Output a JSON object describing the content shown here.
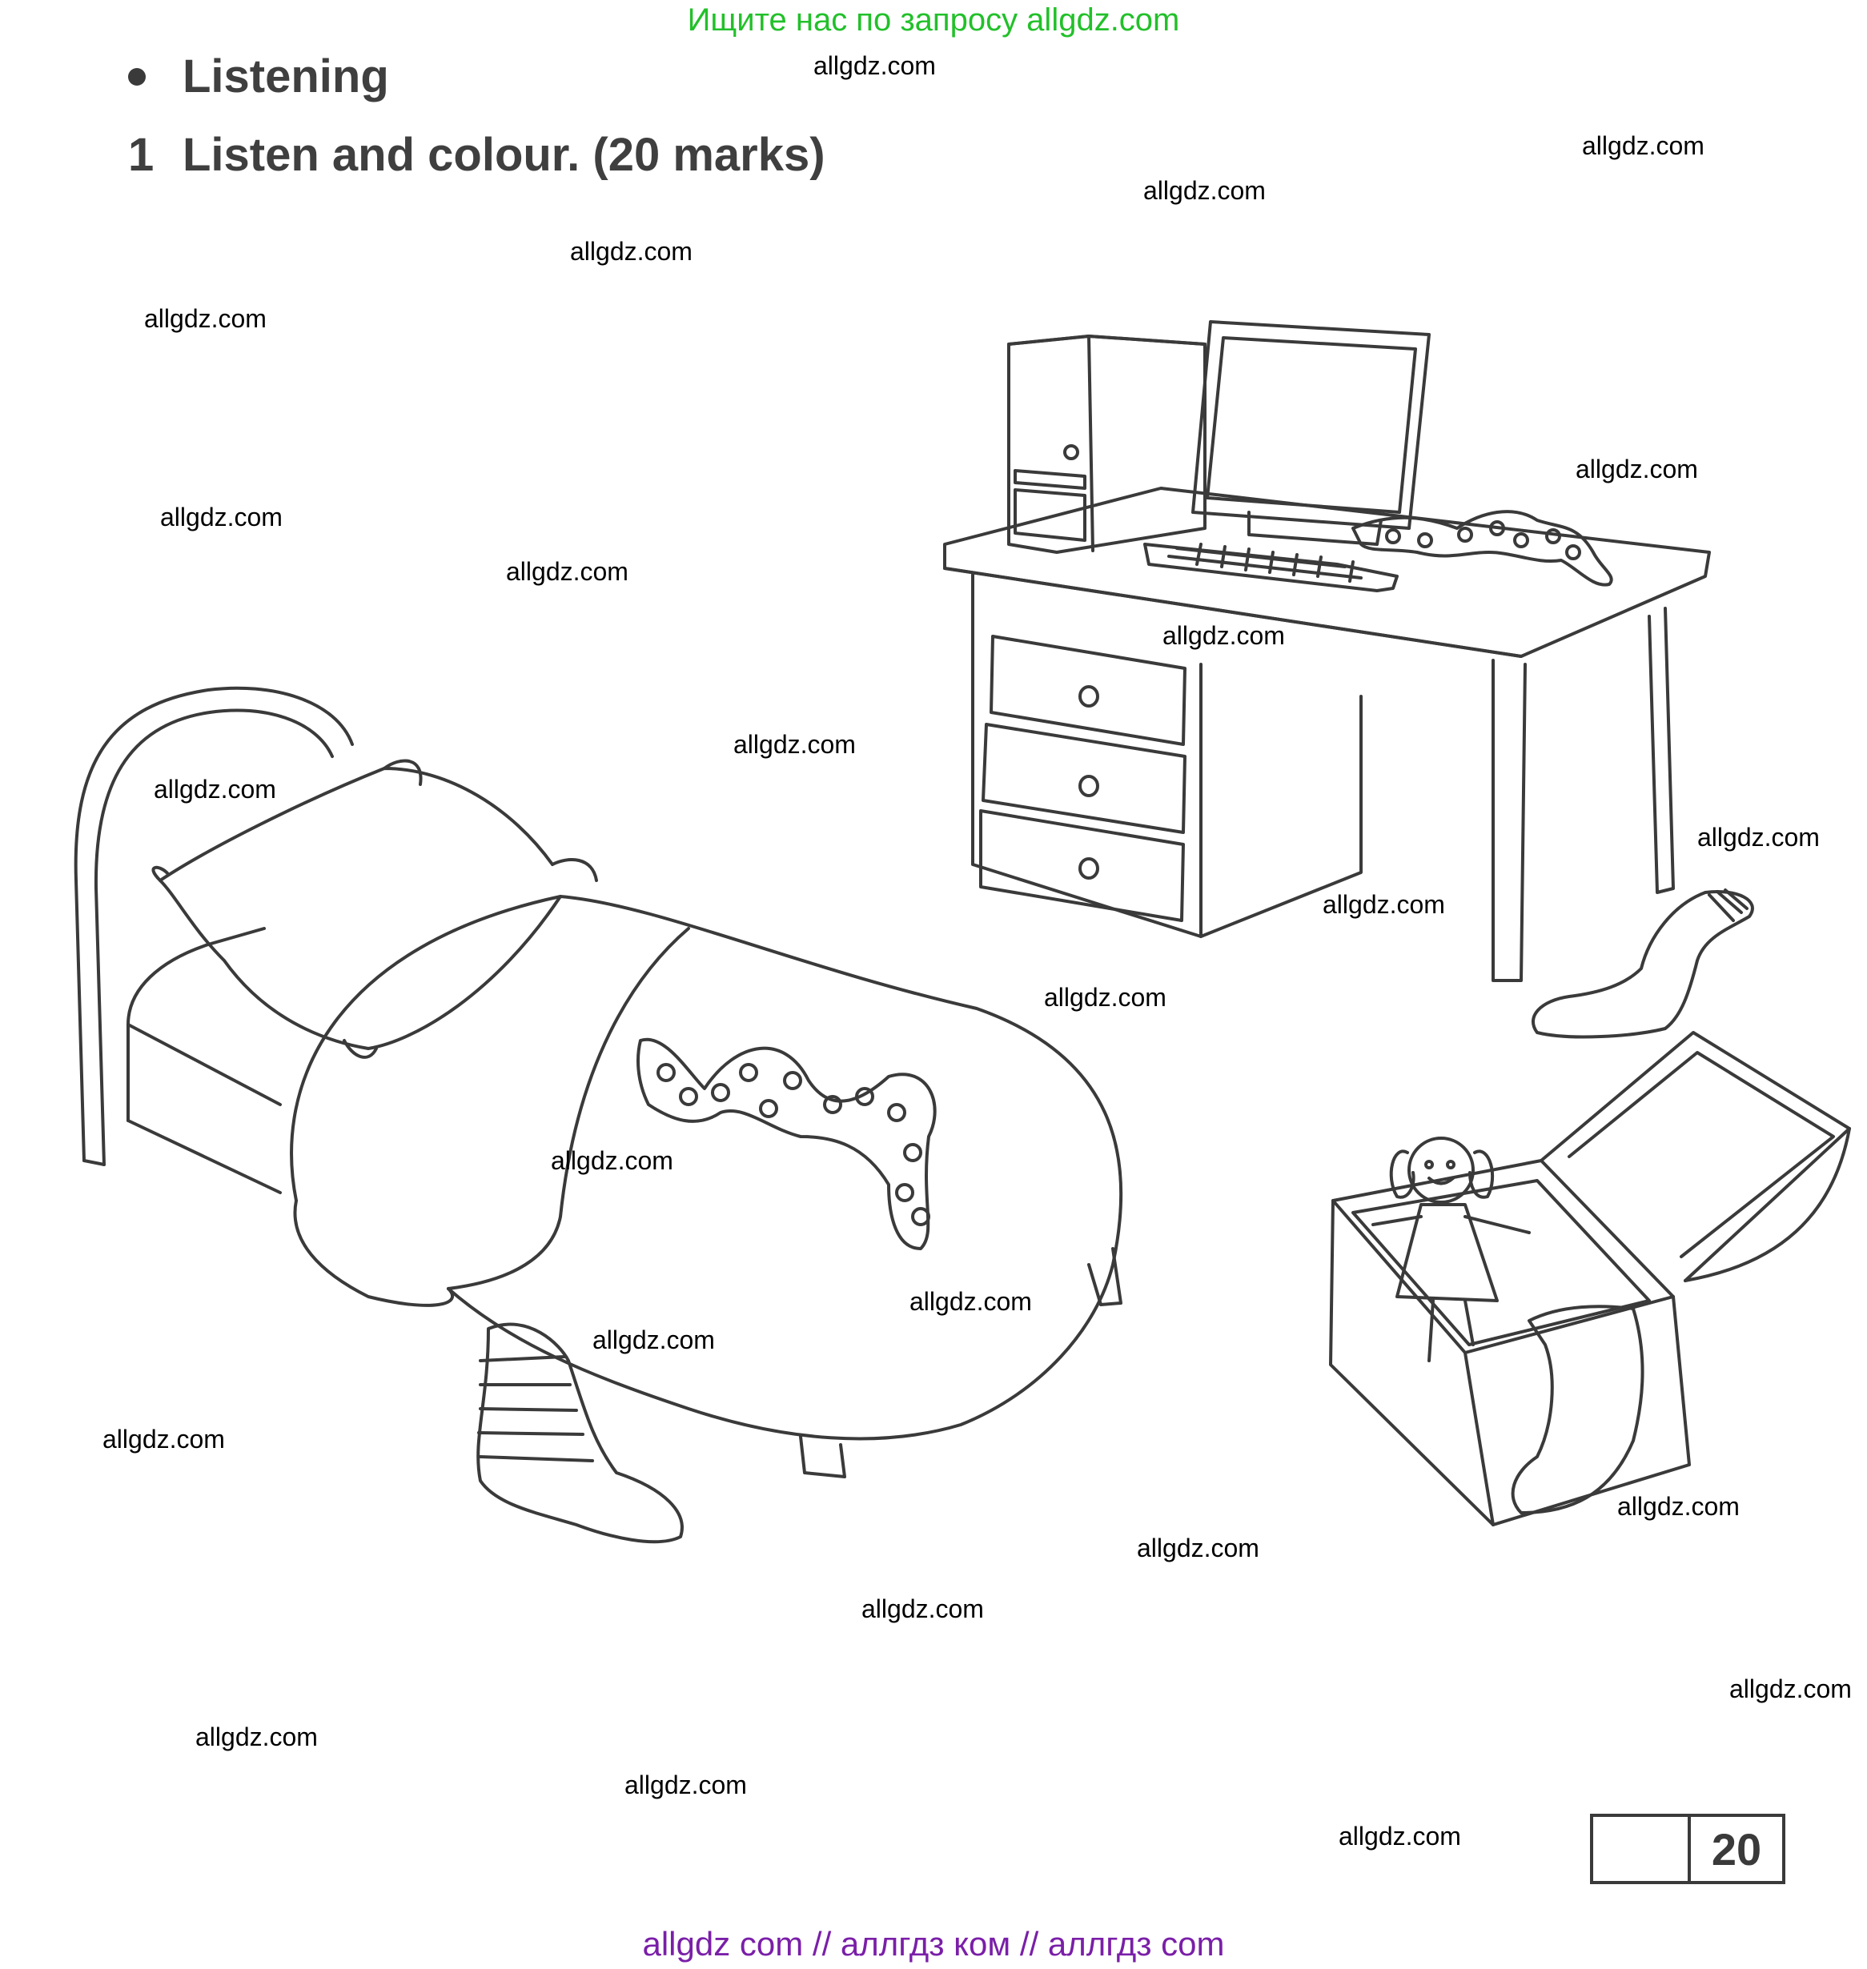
{
  "banner": "Ищите нас по запросу allgdz.com",
  "section": {
    "title": "Listening"
  },
  "task": {
    "number": "1",
    "title": "Listen and colour. (20 marks)"
  },
  "watermark": "allgdz.com",
  "score": {
    "value": "20"
  },
  "footer": "allgdz com  //  аллгдз ком  //  аллгдз com",
  "colors": {
    "banner": "#22c02a",
    "footer": "#7a1fa8",
    "ink": "#3a3a3a"
  },
  "illustration": [
    "bed",
    "pillow",
    "blanket",
    "desk",
    "computer-tower",
    "monitor",
    "keyboard",
    "toy-box",
    "doll",
    "socks"
  ]
}
